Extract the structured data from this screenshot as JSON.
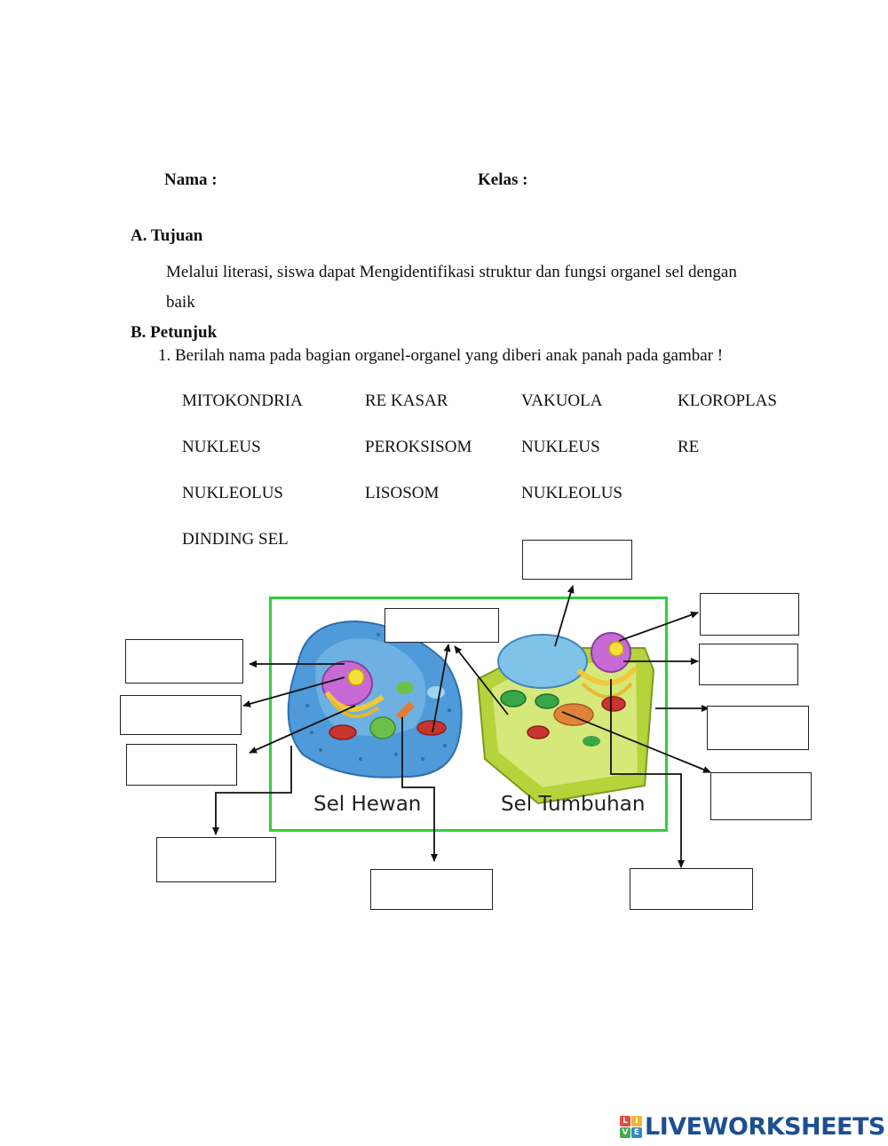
{
  "header": {
    "name_label": "Nama  :",
    "class_label": "Kelas  :"
  },
  "section_a": {
    "heading": "A.  Tujuan",
    "text_line1": "Melalui literasi, siswa dapat Mengidentifikasi struktur dan fungsi organel sel dengan",
    "text_line2": "baik"
  },
  "section_b": {
    "heading": "B.  Petunjuk",
    "instruction": "1.   Berilah nama pada bagian organel-organel yang diberi anak panah pada gambar !"
  },
  "word_bank": {
    "col1": [
      "MITOKONDRIA",
      "NUKLEUS",
      "NUKLEOLUS",
      "DINDING SEL"
    ],
    "col2": [
      "RE KASAR",
      "PEROKSISOM",
      "LISOSOM"
    ],
    "col3": [
      "VAKUOLA",
      "NUKLEUS",
      "NUKLEOLUS"
    ],
    "col4": [
      "KLOROPLAS",
      "RE"
    ]
  },
  "diagram": {
    "animal_label": "Sel Hewan",
    "plant_label": "Sel Tumbuhan",
    "colors": {
      "frame": "#2fd13a",
      "animal_cell": "#5aa9e0",
      "plant_wall": "#b5d33a",
      "nucleus": "#c86ad6",
      "nucleolus": "#f3e03c",
      "mitochondria": "#c9342f",
      "vacuole": "#7fc3e8",
      "chloroplast": "#3aa64a"
    }
  },
  "branding": {
    "logo_letters": [
      "L",
      "I",
      "V",
      "E"
    ],
    "text": "LIVEWORKSHEETS"
  }
}
